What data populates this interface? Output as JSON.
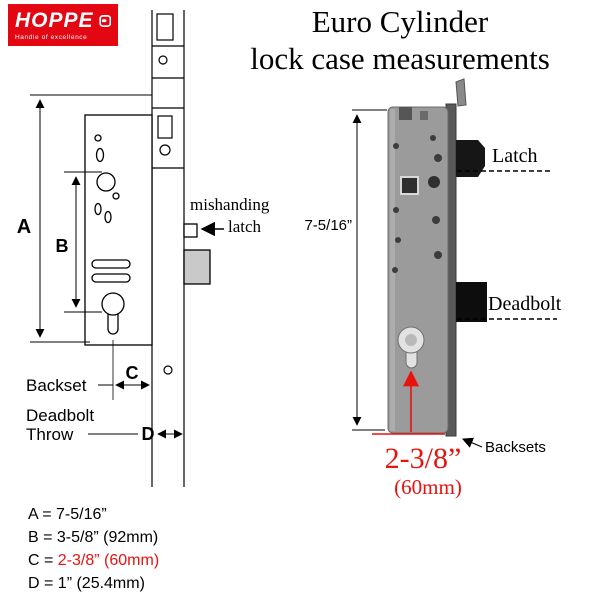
{
  "colors": {
    "brand_red": "#e30613",
    "accent_red": "#e8120f",
    "text_black": "#000000",
    "case_gray": "#9b9b9b"
  },
  "logo": {
    "brand": "HOPPE",
    "tagline": "Handle of excellence"
  },
  "title": {
    "line1": "Euro Cylinder",
    "line2": "lock case measurements"
  },
  "left_diagram": {
    "dim_a_label": "A",
    "dim_b_label": "B",
    "dim_c_label": "C",
    "dim_d_label": "D",
    "mishandling_line1": "mishanding",
    "mishandling_line2": "latch",
    "backset_label": "Backset",
    "deadbolt_throw_line1": "Deadbolt",
    "deadbolt_throw_line2": "Throw"
  },
  "right_diagram": {
    "height_label": "7-5/16”",
    "latch_label": "Latch",
    "deadbolt_label": "Deadbolt",
    "backsets_label": "Backsets",
    "backset_value": "2-3/8”",
    "backset_value_mm": "(60mm)"
  },
  "legend": {
    "line_a": "A = 7-5/16”",
    "line_b": "B = 3-5/8” (92mm)",
    "line_c_prefix": "C = ",
    "line_c_value": "2-3/8” (60mm)",
    "line_d": "D = 1” (25.4mm)"
  }
}
